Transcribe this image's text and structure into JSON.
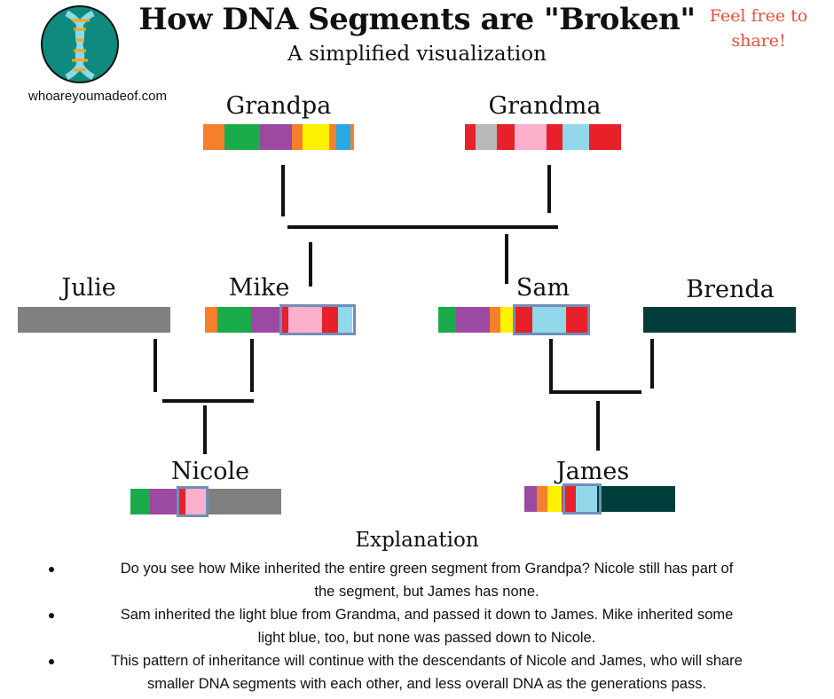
{
  "header": {
    "title": "How DNA Segments are \"Broken\"",
    "subtitle": "A simplified visualization",
    "share_line1": "Feel free to",
    "share_line2": "share!",
    "site": "whoareyoumadeof.com",
    "logo_icon": "dna-helix-icon"
  },
  "colors": {
    "orange": "#f57f2a",
    "green": "#1aac4a",
    "purple": "#9c4aa1",
    "yellow": "#fff200",
    "blue": "#27a9e1",
    "red": "#e8202a",
    "gray": "#b8b8b8",
    "pink": "#fcb0cc",
    "lightblue": "#91d9ea",
    "darkgray": "#808080",
    "darkteal": "#003d3a",
    "highlight_border": "#6f8fb9",
    "share_text": "#e8503c"
  },
  "people": {
    "grandpa": "Grandpa",
    "grandma": "Grandma",
    "julie": "Julie",
    "mike": "Mike",
    "sam": "Sam",
    "brenda": "Brenda",
    "nicole": "Nicole",
    "james": "James"
  },
  "dna_segments": {
    "grandpa": [
      "orange",
      "green",
      "purple",
      "orange",
      "yellow",
      "orange",
      "blue",
      "orange"
    ],
    "grandma": [
      "red",
      "gray",
      "red",
      "pink",
      "red",
      "lightblue",
      "red"
    ],
    "julie": [
      "darkgray"
    ],
    "mike": [
      "orange",
      "green",
      "purple",
      "red",
      "pink",
      "red",
      "lightblue"
    ],
    "sam": [
      "green",
      "purple",
      "orange",
      "yellow",
      "red",
      "lightblue",
      "red"
    ],
    "brenda": [
      "darkteal"
    ],
    "nicole": [
      "green",
      "purple",
      "red",
      "pink",
      "darkgray"
    ],
    "james": [
      "purple",
      "orange",
      "yellow",
      "red",
      "lightblue",
      "darkteal"
    ]
  },
  "explanation": {
    "title": "Explanation",
    "items": [
      {
        "line1": "Do you see how Mike inherited the entire green segment from Grandpa?  Nicole still has part of",
        "line2": "the segment, but James has none."
      },
      {
        "line1": "Sam inherited the light blue from Grandma, and passed it down to James.  Mike inherited some",
        "line2": "light blue, too, but none was passed down to Nicole."
      },
      {
        "line1": "This pattern of inheritance will continue with the descendants of Nicole and James, who will share",
        "line2": "smaller DNA segments with each other, and less overall DNA as the generations pass."
      }
    ]
  }
}
